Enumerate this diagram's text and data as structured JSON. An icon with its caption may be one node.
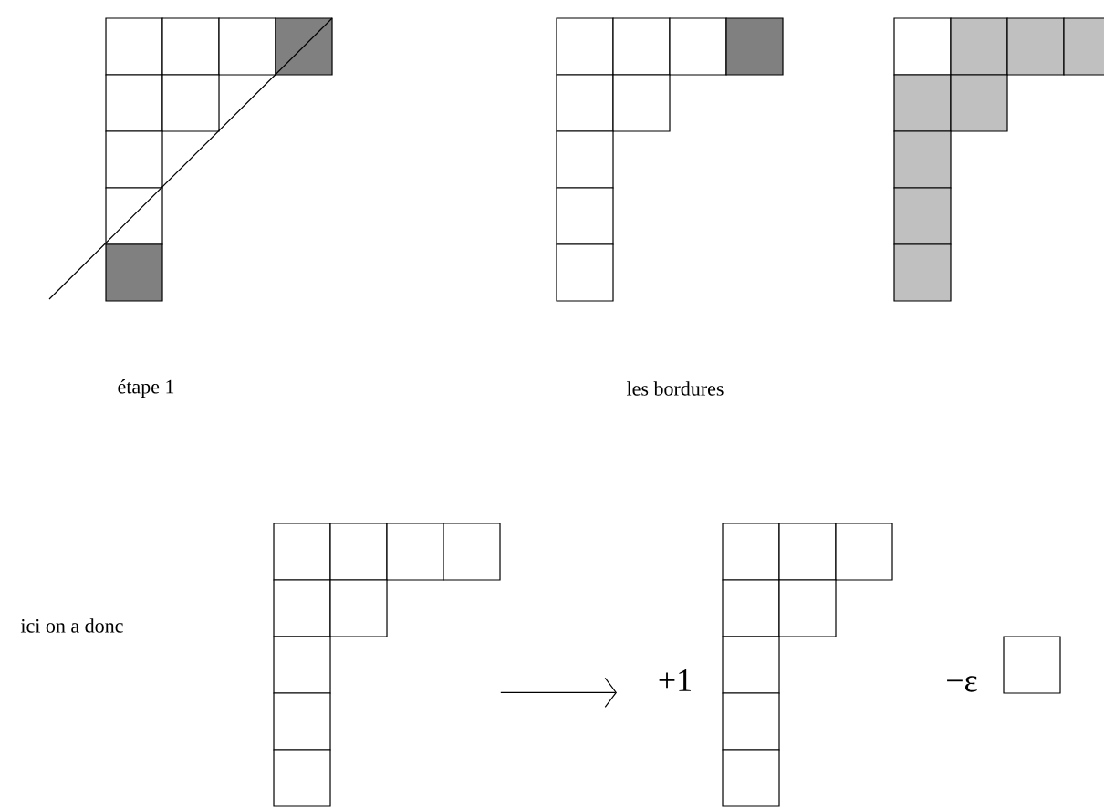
{
  "diagram": {
    "nodes": [
      {
        "text": [],
        "shape": "picture"
      },
      {
        "text": [],
        "shape": "picture",
        "beside": [
          "+1"
        ]
      }
    ],
    "edges": [
      {
        "from": 0,
        "to": 1,
        "arrow": "to"
      }
    ],
    "labels": [
      "étape 1",
      "les bordures",
      "ici on a donc",
      "−ε"
    ]
  }
}
